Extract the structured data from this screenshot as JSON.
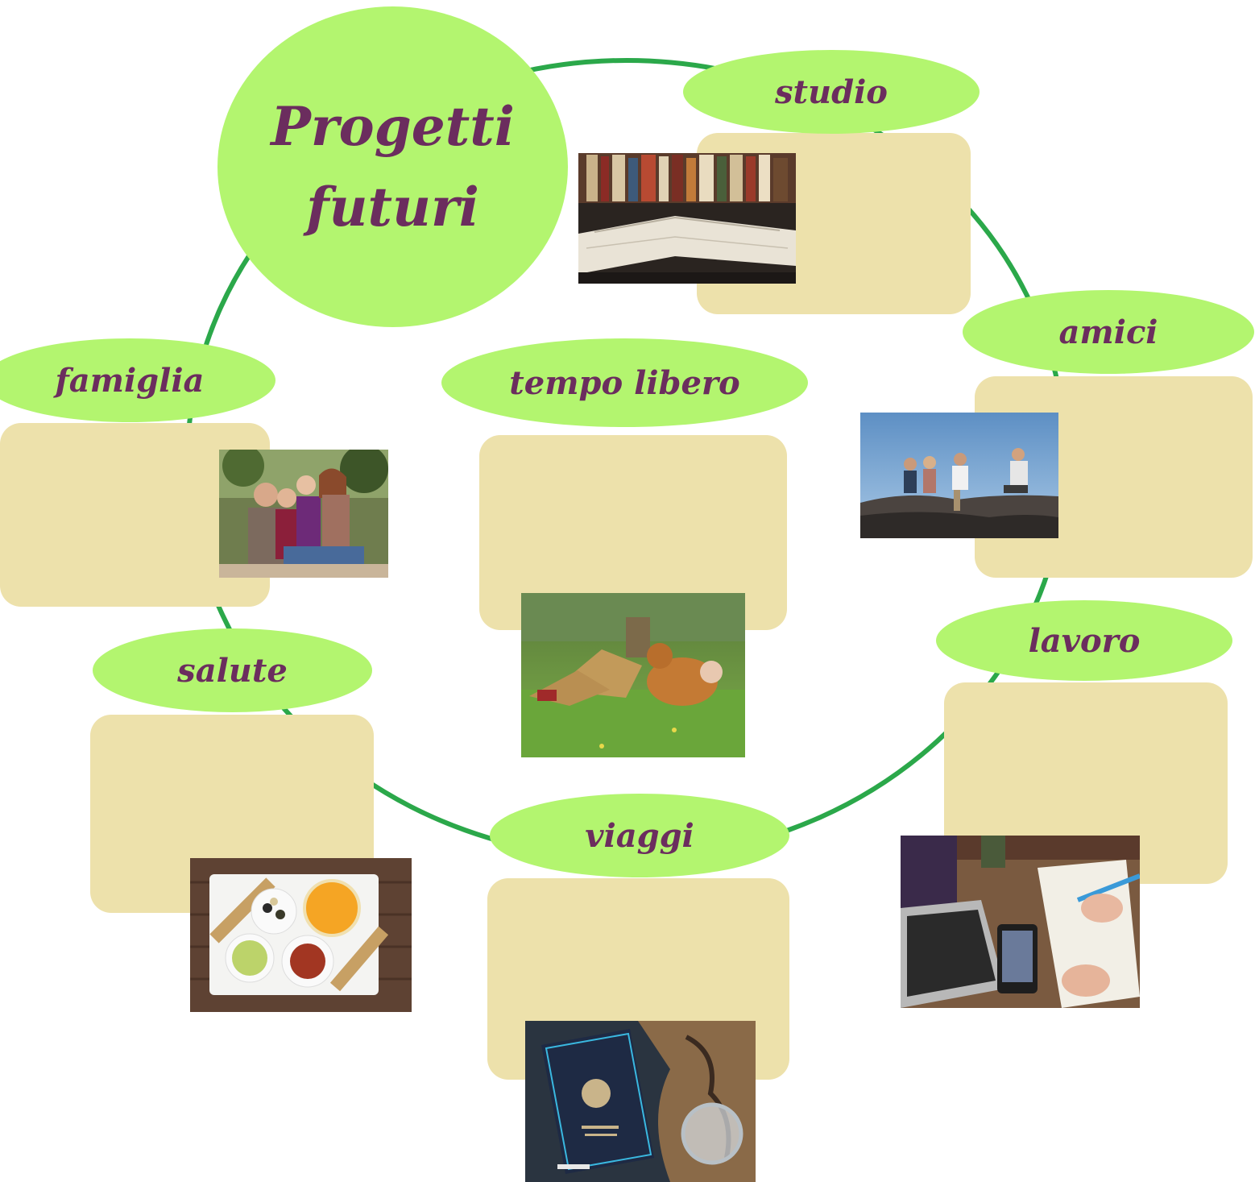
{
  "title": {
    "line1": "Progetti",
    "line2": "futuri"
  },
  "topics": {
    "studio": "studio",
    "amici": "amici",
    "famiglia": "famiglia",
    "tempo_libero": "tempo libero",
    "lavoro": "lavoro",
    "salute": "salute",
    "viaggi": "viaggi"
  },
  "colors": {
    "ellipse": "#b3f56f",
    "text": "#6b2d5e",
    "box": "#ede1ab",
    "ring": "#2ba84a"
  }
}
